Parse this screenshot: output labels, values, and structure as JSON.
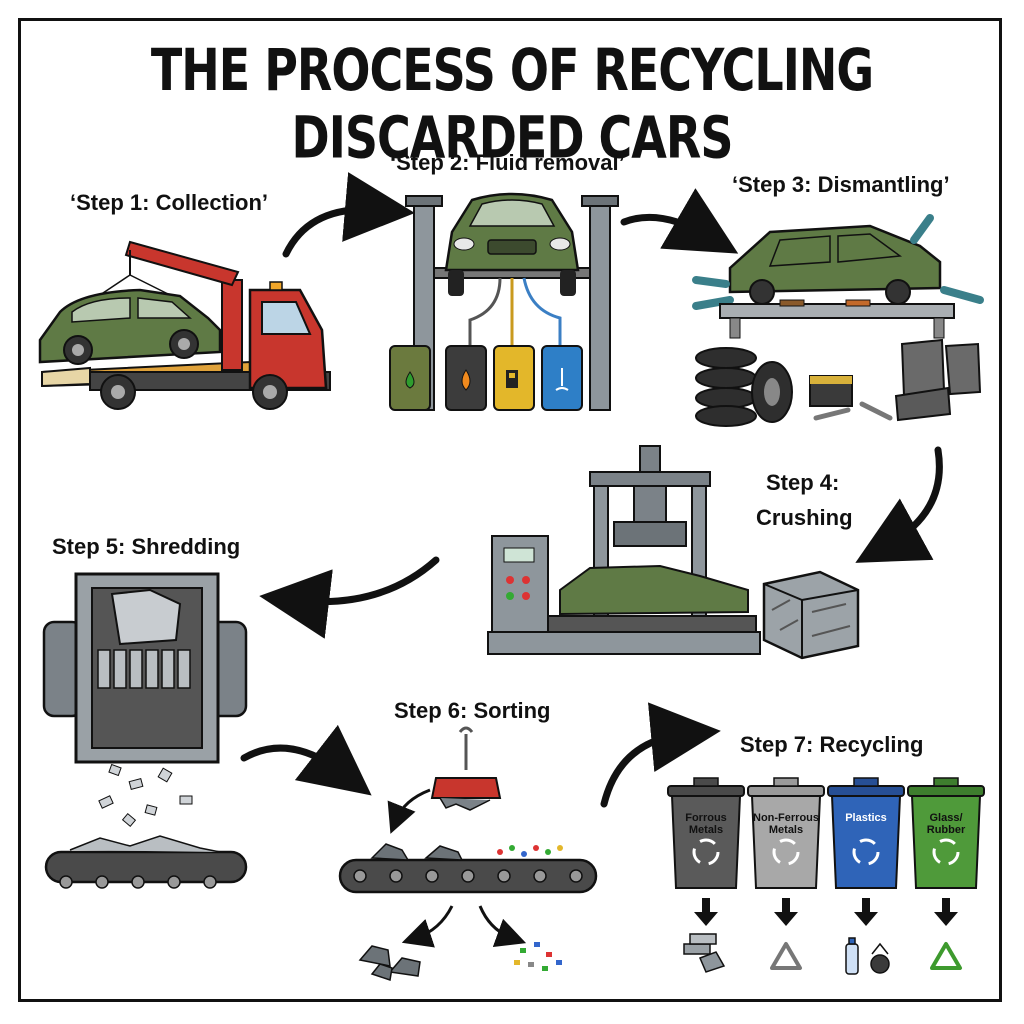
{
  "title": "THE PROCESS OF RECYCLING DISCARDED CARS",
  "steps": {
    "s1": "‘Step 1: Collection’",
    "s2": "‘Step 2: Fluid removal’",
    "s3": "‘Step 3: Dismantling’",
    "s4a": "Step 4:",
    "s4b": "Crushing",
    "s5": "Step 5: Shredding",
    "s6": "Step 6: Sorting",
    "s7": "Step 7: Recycling"
  },
  "bins": {
    "ferrous": "Forrous Metals",
    "nonferrous": "Non-Ferrous Metals",
    "plastics": "Plastics",
    "glass": "Glass/ Rubber"
  },
  "colors": {
    "car_green": "#5f7a45",
    "truck_red": "#c8362d",
    "bin_dark": "#5a5a5a",
    "bin_grey": "#a8a8a8",
    "bin_blue": "#2f64b8",
    "bin_green": "#4f9a3a",
    "machine_grey": "#7b8288",
    "barrel_yellow": "#e3b72a",
    "barrel_blue": "#2e7fc7"
  },
  "icons": [
    "recycle-icon",
    "oil-drop-icon",
    "flame-icon",
    "fuel-pump-icon",
    "coolant-icon",
    "down-arrow-icon",
    "curved-arrow-icon"
  ]
}
